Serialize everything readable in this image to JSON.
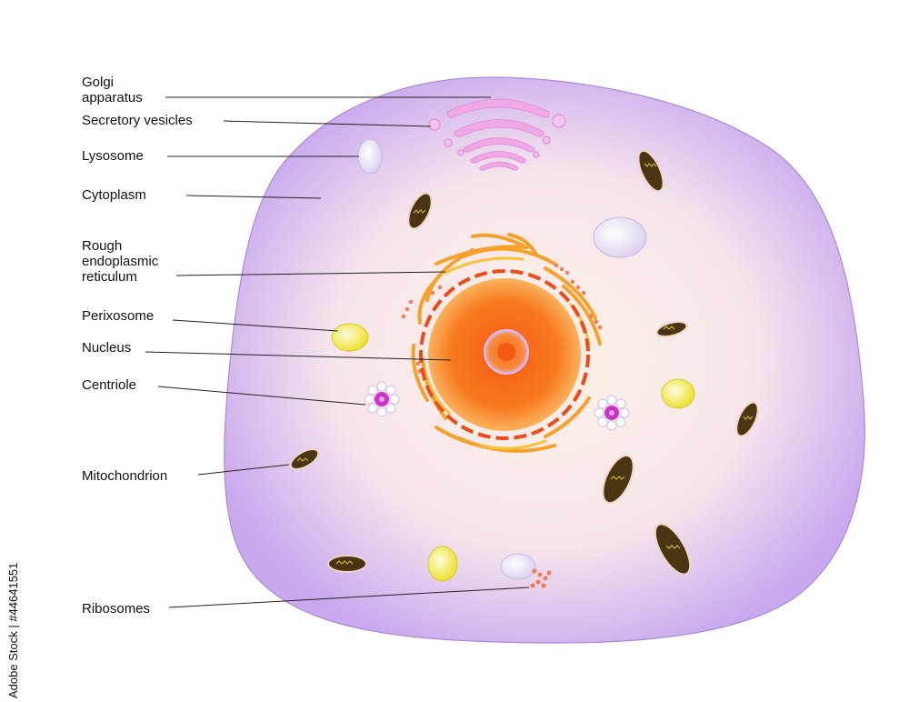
{
  "labels": {
    "golgi": "Golgi\napparatus",
    "secretory": "Secretory vesicles",
    "lysosome": "Lysosome",
    "cytoplasm": "Cytoplasm",
    "rough_er": "Rough\nendoplasmic\nreticulum",
    "perixosome": "Perixosome",
    "nucleus": "Nucleus",
    "centriole": "Centriole",
    "mitochondrion": "Mitochondrion",
    "ribosomes": "Ribosomes"
  },
  "watermark": "Adobe Stock | #44641551",
  "colors": {
    "membrane": "#c9a8ef",
    "cytoplasm": "#fdf1e4",
    "nucleus": "#f77a1e",
    "golgi": "#f0a8e6",
    "er": "#f5a12a",
    "mito": "#4a3512",
    "perox": "#f4ee6a",
    "centriole": "#c933c9",
    "ribosome": "#f47a5a"
  }
}
